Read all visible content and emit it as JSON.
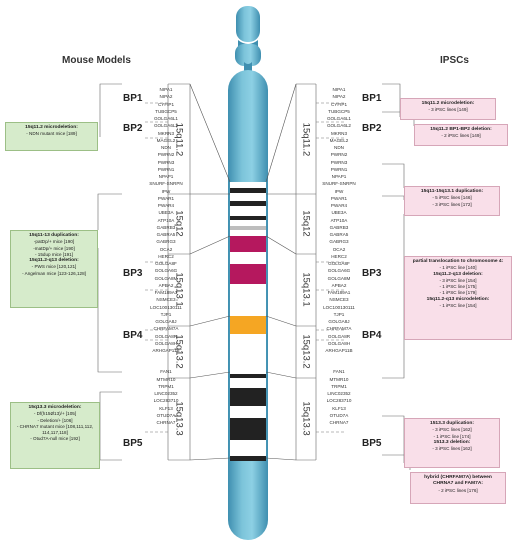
{
  "headers": {
    "left": "Mouse Models",
    "right": "IPSCs"
  },
  "breakpoints": [
    "BP1",
    "BP2",
    "BP3",
    "BP4",
    "BP5"
  ],
  "bands": [
    "15q11.2",
    "15q12",
    "15q13.1",
    "15q13.2",
    "15q13.3"
  ],
  "genes": {
    "bp1_bp2": [
      "NIPA1",
      "NIPA2",
      "CYFIP1",
      "TUBGCP5"
    ],
    "bp2_dup": [
      "GOLGA6L1",
      "GOLGA6L2"
    ],
    "bp2_bp3": [
      "MKRN3",
      "MAGEL2",
      "NDN",
      "PWRN2",
      "PWRN3",
      "PWRN1",
      "NPAP1",
      "SNURF-SNRPN",
      "IPW",
      "PWAR1",
      "PWAR4",
      "UBE3A",
      "ATP10A",
      "GABRB3",
      "GABRA5",
      "GABRG3",
      "OCA2",
      "HERC2"
    ],
    "bp3_dup": [
      "GOLGA8F",
      "GOLGA6G",
      "GOLGA8M"
    ],
    "bp3_bp4": [
      "APBA2",
      "FAM189A1",
      "NSMCE3",
      "LOC100130111",
      "TJP1"
    ],
    "bp4_dup": [
      "GOLGA8J"
    ],
    "bp4_bp5": [
      "CHRFAM7A",
      "GOLGA8R",
      "GOLGA8H",
      "ARHGAP11B"
    ],
    "bp5_region": [
      "FAN1",
      "MTMR10",
      "TRPM1",
      "LINC02352",
      "LOC283710",
      "KLF13",
      "OTUD7A",
      "CHRNA7"
    ]
  },
  "mouse_boxes": [
    {
      "title": "15q11.2 microdeletion:",
      "lines": [
        "- NDN mutant mice [189]"
      ]
    },
    {
      "title": "15q11-13 duplication:",
      "lines": [
        "-patDp/+ mice [190]",
        "-matDp/+ mice [190]",
        "- 15dup mice [191]"
      ],
      "title2": "15q11.2-q13 deletion:",
      "lines2": [
        "- PWS mice [120,121]",
        "- Angelman mice [123-126,128]"
      ]
    },
    {
      "title": "15q13.3 microdeletion:",
      "lines": [
        "- Df(h15Ø13)/+ [105]",
        "- Deletion/+ [106]",
        "- CHRNA7 mutant mice [108,111,112,",
        "114,117,118]",
        "- Otud7A-null mice [192]"
      ]
    }
  ],
  "ipsc_boxes": [
    {
      "title": "15q11.2 microdeletion:",
      "lines": [
        "- 3 iPSC lines [149]"
      ]
    },
    {
      "title": "15q11.2 BP1-BP2 deletion:",
      "lines": [
        "- 2 iPSC lines [149]"
      ]
    },
    {
      "title": "15q11-15q13.1 duplication:",
      "lines": [
        "- 5 iPSC lines [146]",
        "- 3 iPSC lines [172]"
      ]
    },
    {
      "title": "partial translocation to chromosome 4:",
      "lines": [
        "- 1 iPSC line [140]"
      ],
      "title2": "15q11.2-q13 deletion:",
      "lines2": [
        "- 3 iPSC line [154]",
        "- 1 iPSC line [175]",
        "- 1 iPSC line [179]"
      ],
      "title3": "15q11.2-q13 microdeletion:",
      "lines3": [
        "- 1 iPSC line [154]"
      ]
    },
    {
      "title": "1513.3 duplication:",
      "lines": [
        "- 3 iPSC lines [162]",
        "- 1 iPSC line [174]"
      ],
      "title2": "1513.3 deletion:",
      "lines2": [
        "- 3 iPSC lines [162]"
      ]
    },
    {
      "title": "hybrid (CHRFAM7A) between",
      "title_b": "CHRNA7 and FAM7A:",
      "lines": [
        "- 2 iPSC lines [176]"
      ]
    }
  ],
  "colors": {
    "chromosome": "#6fb7cf",
    "chromosome_edge": "#3f8fb0",
    "band_black": "#222222",
    "band_magenta": "#b5185e",
    "band_orange": "#f5a623",
    "band_grey": "#bdbdbd",
    "green_box": "#d6ebcb",
    "pink_box": "#f9dfe9"
  }
}
